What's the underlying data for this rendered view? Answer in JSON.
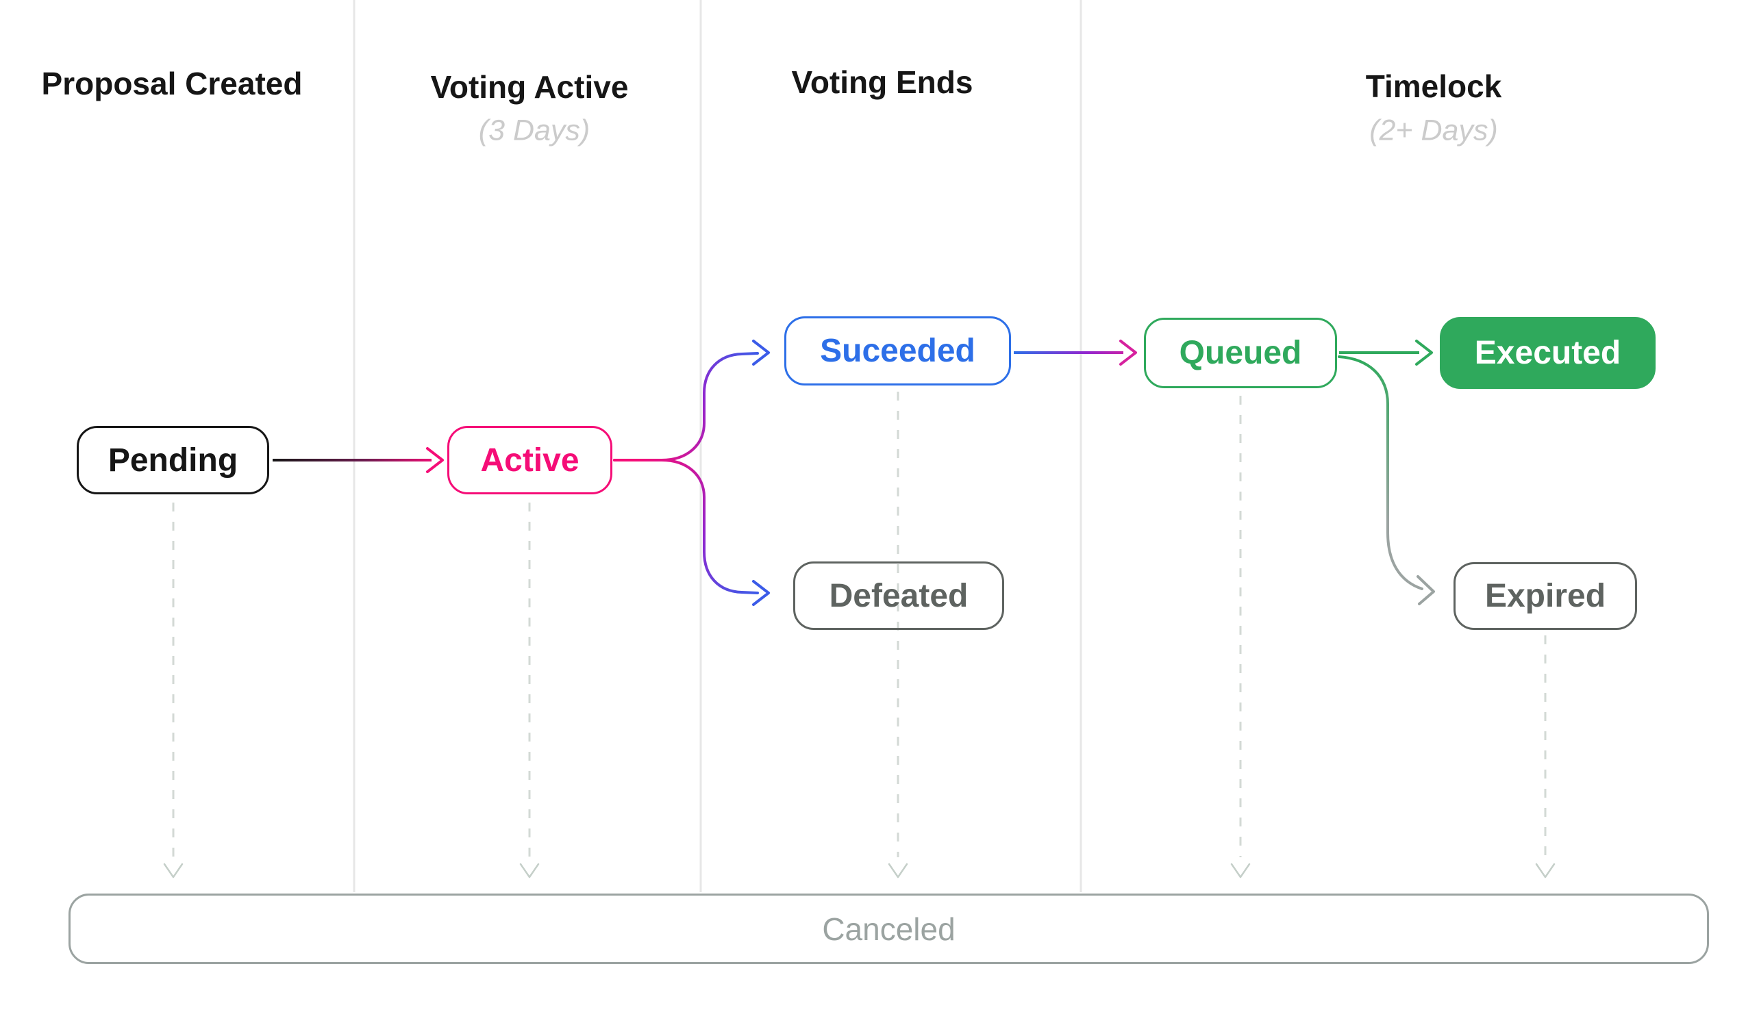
{
  "columns": [
    {
      "title": "Proposal Created"
    },
    {
      "title": "Voting Active",
      "subtitle": "(3 Days)"
    },
    {
      "title": "Voting Ends"
    },
    {
      "title": "Timelock",
      "subtitle": "(2+ Days)"
    }
  ],
  "nodes": {
    "pending": {
      "label": "Pending",
      "color": "#161616"
    },
    "active": {
      "label": "Active",
      "color": "#f50d77"
    },
    "suceeded": {
      "label": "Suceeded",
      "color": "#2d6fe8"
    },
    "defeated": {
      "label": "Defeated",
      "color": "#5e6360"
    },
    "queued": {
      "label": "Queued",
      "color": "#2fa95c"
    },
    "executed": {
      "label": "Executed",
      "color": "#2fa95c",
      "text_color": "#ffffff"
    },
    "expired": {
      "label": "Expired",
      "color": "#5e6360"
    },
    "canceled": {
      "label": "Canceled",
      "color": "#9ba3a1"
    }
  },
  "colors": {
    "pink": "#f50d77",
    "blue": "#2d6fe8",
    "purple": "#9326ce",
    "magenta": "#d6219e",
    "green": "#2fa95c",
    "gray_node": "#5e6360",
    "gray_canceled": "#9ba3a1",
    "dashed_line": "#d3d9d5",
    "dashed_arrowhead": "#c5cfc9",
    "column_separator": "#e7e7e7",
    "black": "#161616",
    "subtitle_gray": "#cbcbcb"
  }
}
